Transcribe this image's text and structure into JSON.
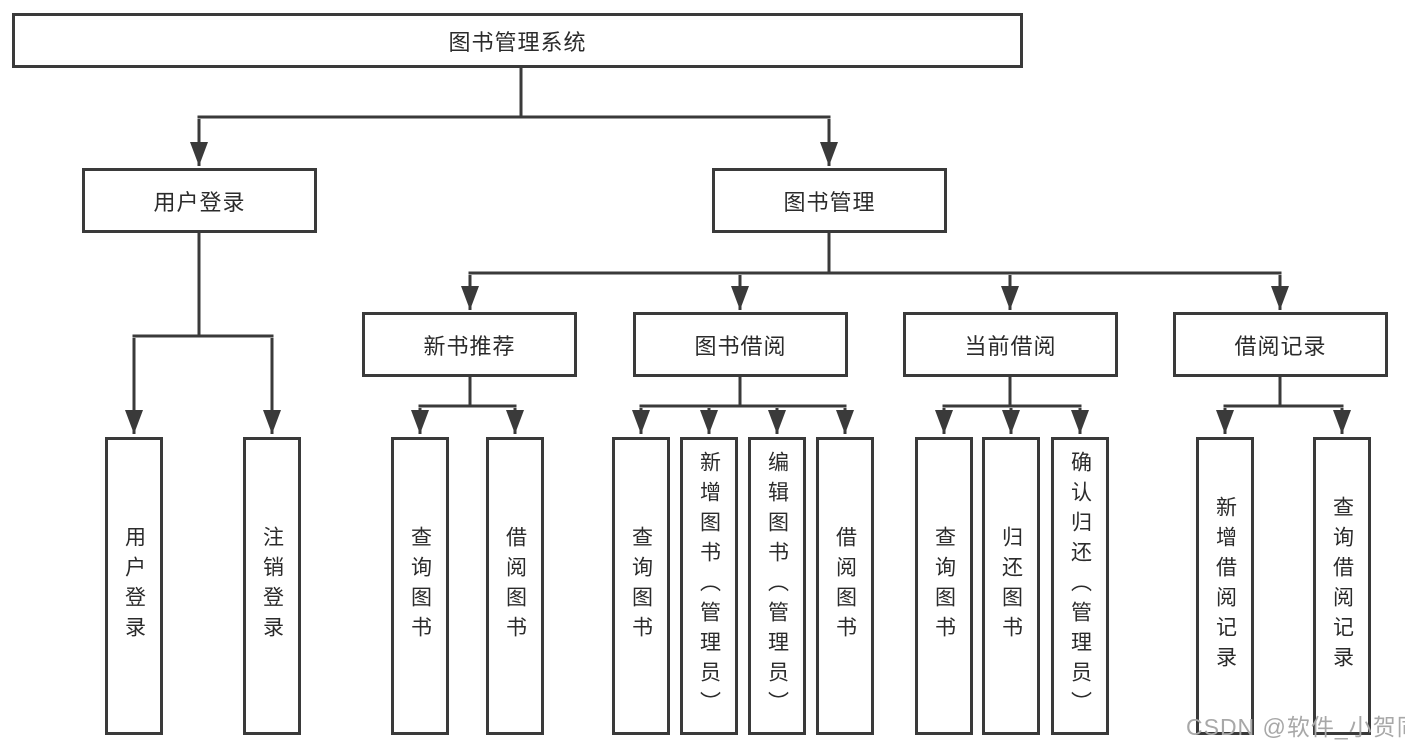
{
  "theme": {
    "background": "#ffffff",
    "line_color": "#3a3a3a",
    "border_color": "#3a3a3a",
    "text_color": "#2b2b2b",
    "watermark_color": "#a8a8a8"
  },
  "diagram": {
    "root": {
      "label": "图书管理系统"
    },
    "branches": [
      {
        "label": "用户登录",
        "children": [
          {
            "label": "用户登录"
          },
          {
            "label": "注销登录"
          }
        ]
      },
      {
        "label": "图书管理",
        "children": [
          {
            "label": "新书推荐",
            "children": [
              {
                "label": "查询图书"
              },
              {
                "label": "借阅图书"
              }
            ]
          },
          {
            "label": "图书借阅",
            "children": [
              {
                "label": "查询图书"
              },
              {
                "label": "新增图书（管理员）"
              },
              {
                "label": "编辑图书（管理员）"
              },
              {
                "label": "借阅图书"
              }
            ]
          },
          {
            "label": "当前借阅",
            "children": [
              {
                "label": "查询图书"
              },
              {
                "label": "归还图书"
              },
              {
                "label": "确认归还（管理员）"
              }
            ]
          },
          {
            "label": "借阅记录",
            "children": [
              {
                "label": "新增借阅记录"
              },
              {
                "label": "查询借阅记录"
              }
            ]
          }
        ]
      }
    ]
  },
  "watermark": {
    "text": "CSDN @软件_小贺同学"
  }
}
